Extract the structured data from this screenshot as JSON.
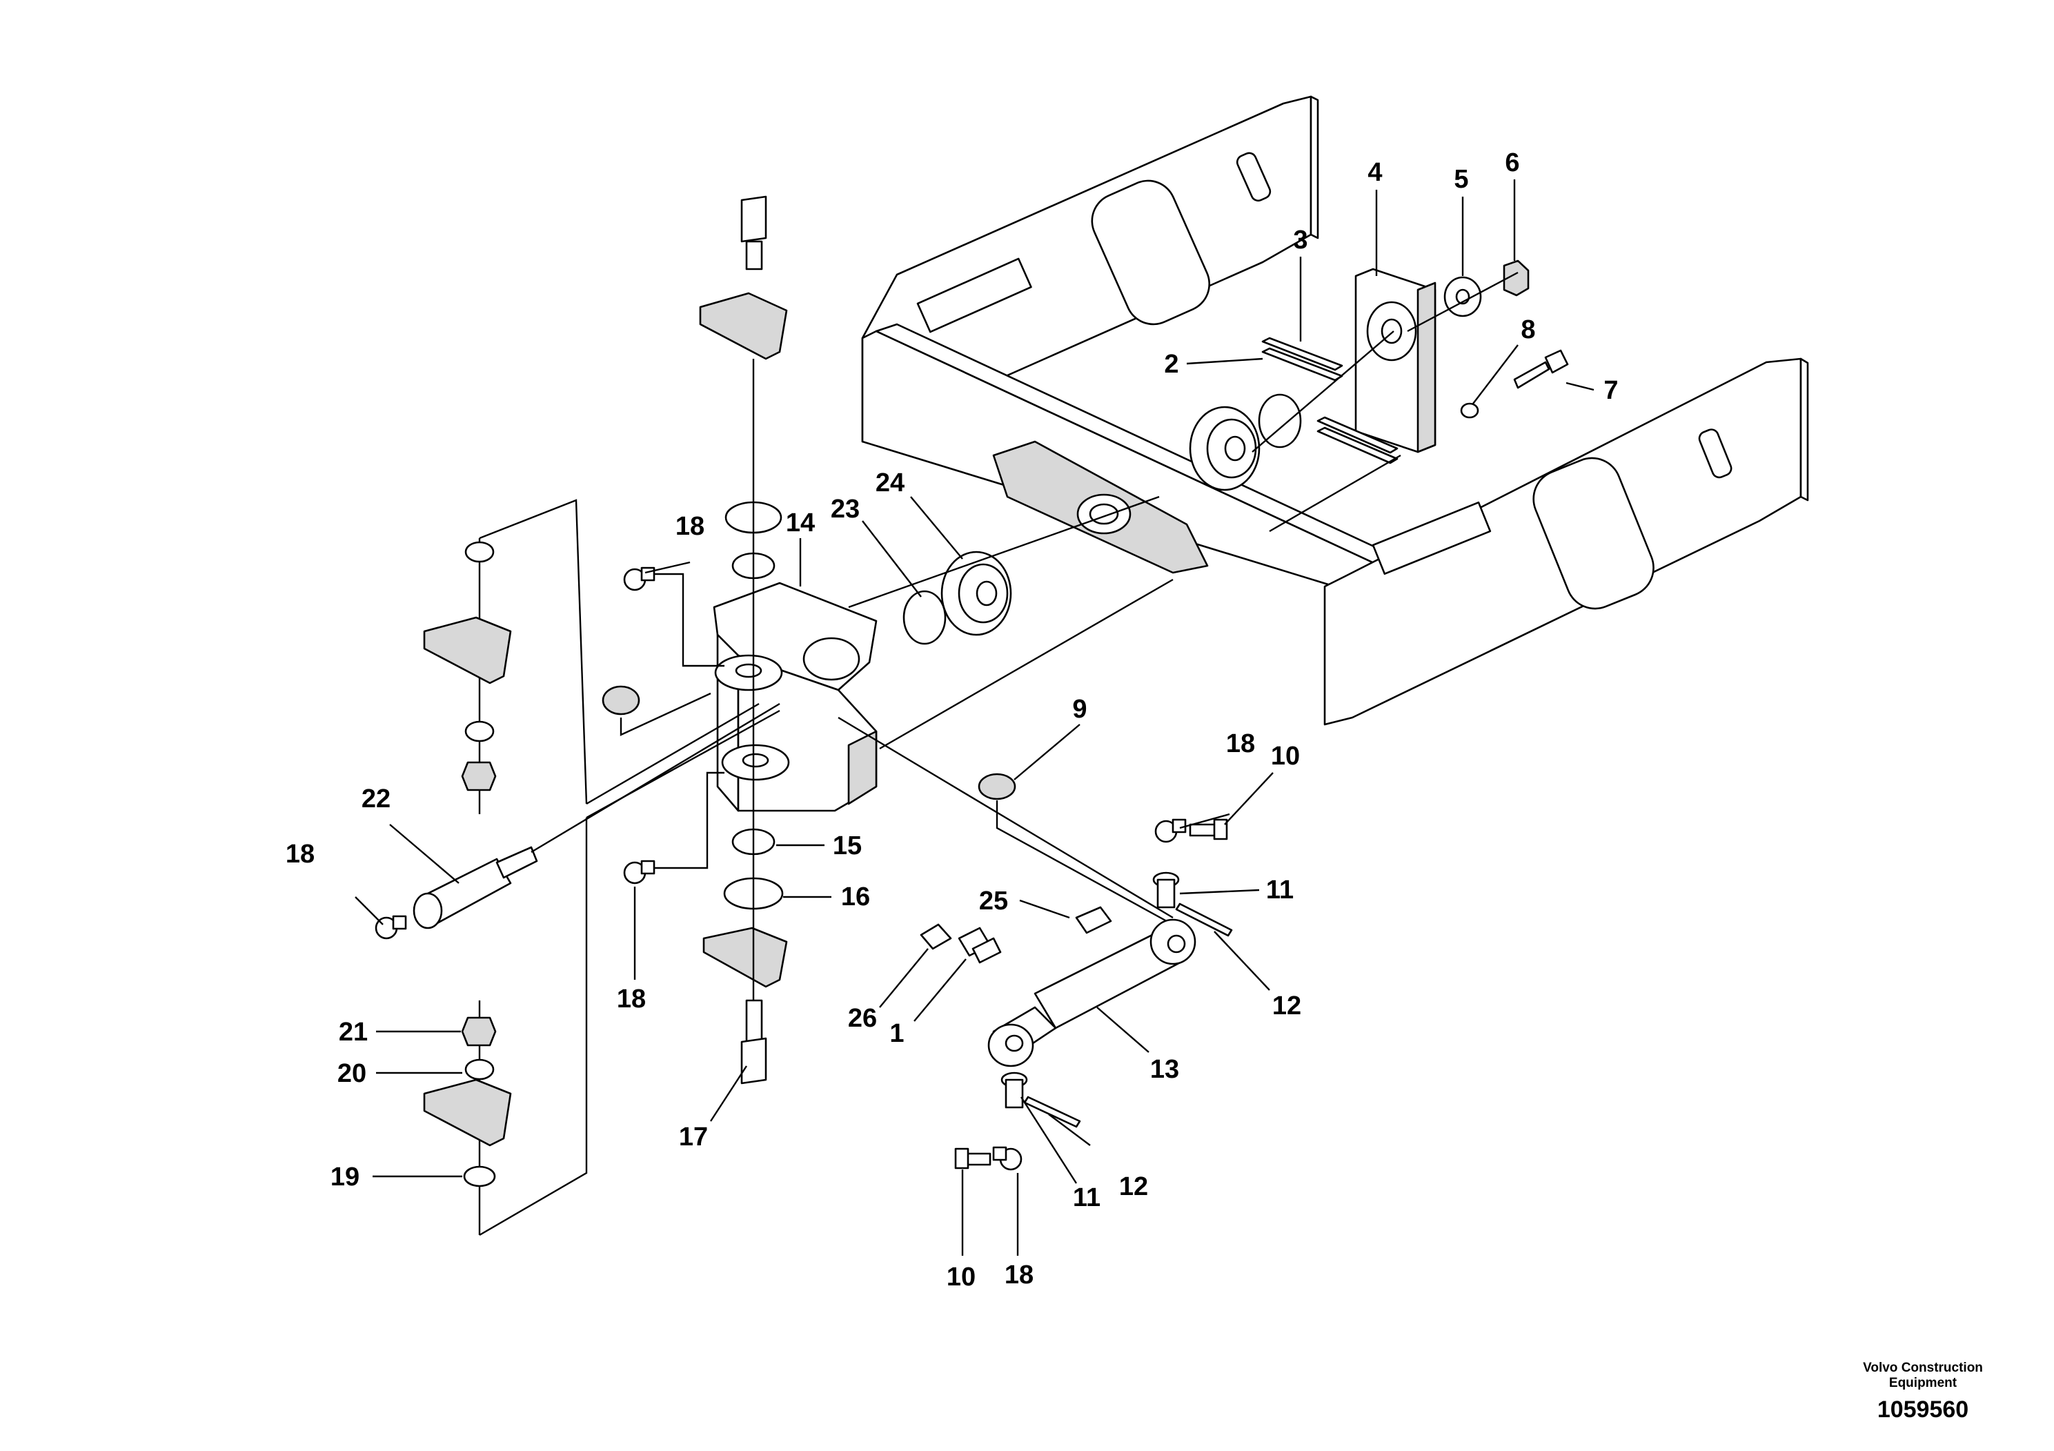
{
  "diagram": {
    "callouts": [
      "1",
      "2",
      "3",
      "4",
      "5",
      "6",
      "7",
      "8",
      "9",
      "10",
      "10",
      "11",
      "11",
      "12",
      "12",
      "13",
      "14",
      "15",
      "16",
      "17",
      "18",
      "18",
      "18",
      "18",
      "18",
      "19",
      "20",
      "21",
      "22",
      "23",
      "24",
      "25",
      "26"
    ]
  },
  "footer": {
    "brand_line1": "Volvo Construction",
    "brand_line2": "Equipment",
    "drawing_number": "1059560"
  }
}
